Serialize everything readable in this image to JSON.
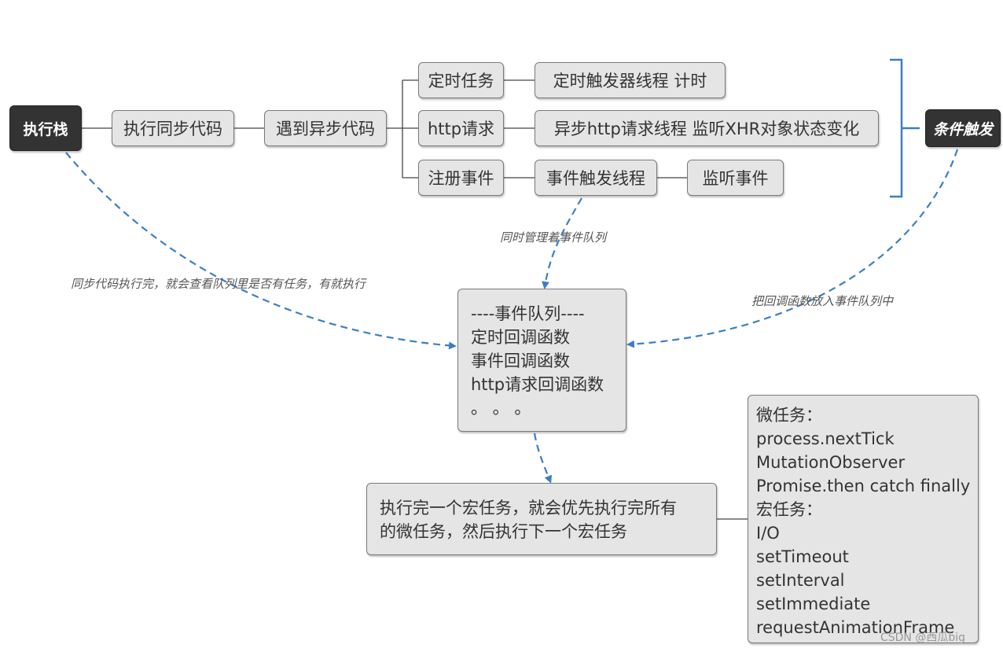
{
  "nodes": {
    "exec_stack": "执行栈",
    "exec_sync": "执行同步代码",
    "meet_async": "遇到异步代码",
    "timer_task": "定时任务",
    "timer_thread": "定时触发器线程 计时",
    "http_request": "http请求",
    "http_thread": "异步http请求线程 监听XHR对象状态变化",
    "register_event": "注册事件",
    "event_thread": "事件触发线程",
    "listen_event": "监听事件",
    "condition_trigger": "条件触发"
  },
  "event_queue": {
    "lines": [
      "----事件队列----",
      "定时回调函数",
      "事件回调函数",
      "http请求回调函数",
      "。 。 。"
    ]
  },
  "macro_note": {
    "lines": [
      "执行完一个宏任务，就会优先执行完所有",
      "的微任务，然后执行下一个宏任务"
    ]
  },
  "task_list": {
    "lines": [
      "微任务：",
      "process.nextTick",
      "MutationObserver",
      "Promise.then catch finally",
      "宏任务：",
      "I/O",
      "setTimeout",
      "setInterval",
      "setImmediate",
      "requestAnimationFrame"
    ]
  },
  "edge_labels": {
    "manage_queue": "同时管理着事件队列",
    "sync_done": "同步代码执行完，就会查看队列里是否有任务，有就执行",
    "push_callback": "把回调函数放入事件队列中"
  },
  "watermark": "CSDN @西瓜big",
  "colors": {
    "node_fill": "#e5e5e5",
    "dark_fill": "#333333",
    "dashed_arrow": "#3b7fc4"
  }
}
